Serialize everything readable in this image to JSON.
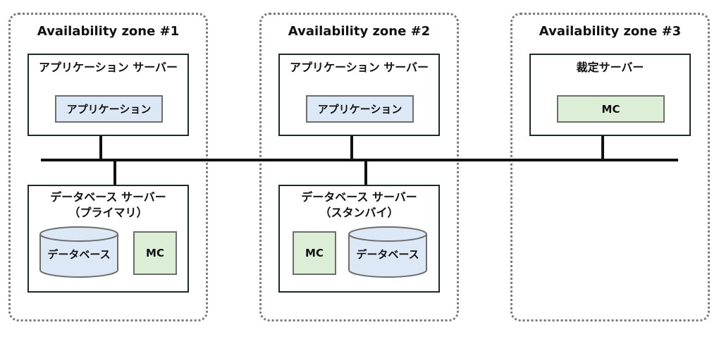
{
  "zones": [
    {
      "title": "Availability zone #1"
    },
    {
      "title": "Availability zone #2"
    },
    {
      "title": "Availability zone #3"
    }
  ],
  "app_servers": [
    {
      "title": "アプリケーション サーバー",
      "inner": "アプリケーション"
    },
    {
      "title": "アプリケーション サーバー",
      "inner": "アプリケーション"
    }
  ],
  "arbiter_server": {
    "title": "裁定サーバー",
    "inner": "MC"
  },
  "db_servers": [
    {
      "title_line1": "データベース サーバー",
      "title_line2": "（プライマリ）",
      "db_label": "データベース",
      "mc_label": "MC"
    },
    {
      "title_line1": "データベース サーバー",
      "title_line2": "（スタンバイ）",
      "db_label": "データベース",
      "mc_label": "MC"
    }
  ]
}
